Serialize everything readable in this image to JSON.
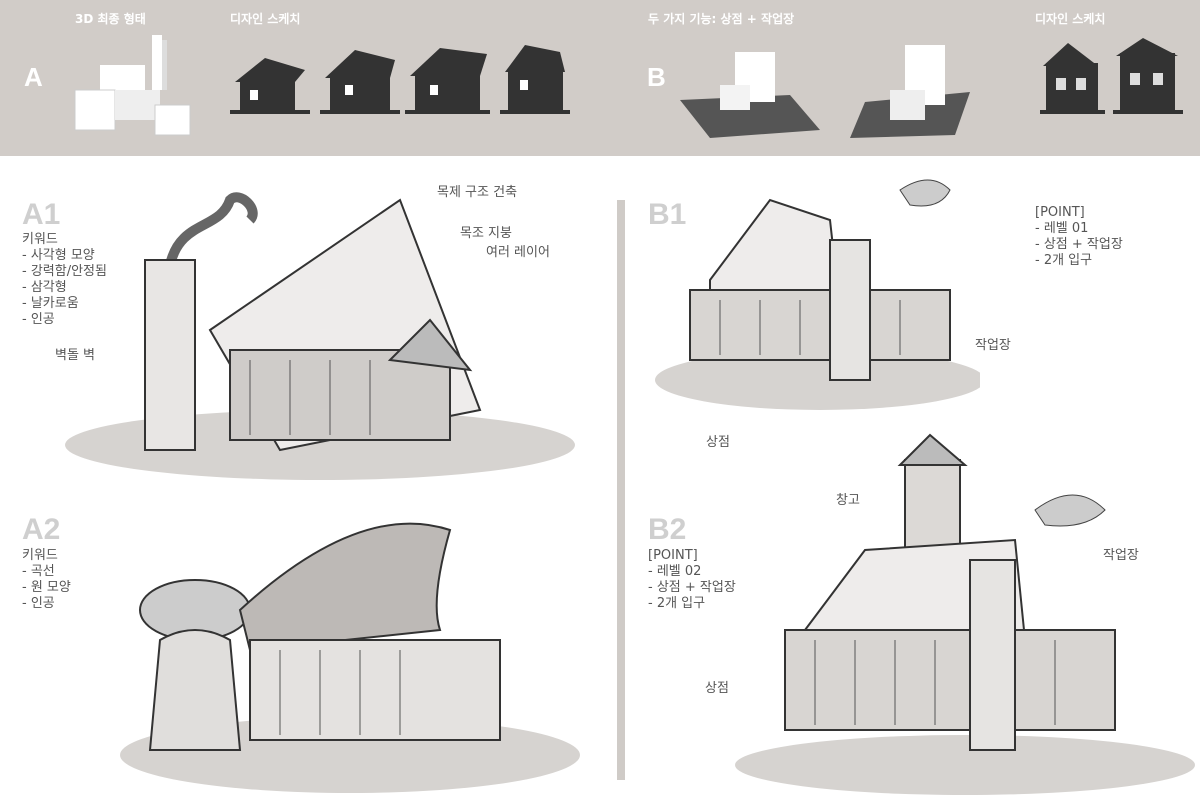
{
  "header": {
    "label_3d": "3D 최종 형태",
    "label_sketch_a": "디자인 스케치",
    "label_functions": "두 가지 기능: 상점 + 작업장",
    "label_sketch_b": "디자인 스케치",
    "marker_a": "A",
    "marker_b": "B"
  },
  "a1": {
    "title": "A1",
    "keywords": [
      "키워드",
      "- 사각형 모양",
      "- 강력함/안정됨",
      "- 삼각형",
      "- 날카로움",
      "- 인공"
    ],
    "annotations": {
      "wood_structure": "목제 구조 건축",
      "wood_roof": "목조 지붕",
      "layers": "여러 레이어",
      "brick_wall": "벽돌 벽"
    }
  },
  "a2": {
    "title": "A2",
    "keywords": [
      "키워드",
      "- 곡선",
      "- 원 모양",
      "- 인공"
    ]
  },
  "b1": {
    "title": "B1",
    "points": [
      "[POINT]",
      "- 레벨 01",
      "- 상점 + 작업장",
      "- 2개 입구"
    ],
    "annotations": {
      "workshop": "작업장",
      "shop": "상점"
    }
  },
  "b2": {
    "title": "B2",
    "points": [
      "[POINT]",
      "- 레벨 02",
      "- 상점 + 작업장",
      "- 2개 입구"
    ],
    "annotations": {
      "storage": "창고",
      "workshop": "작업장",
      "shop": "상점"
    }
  }
}
